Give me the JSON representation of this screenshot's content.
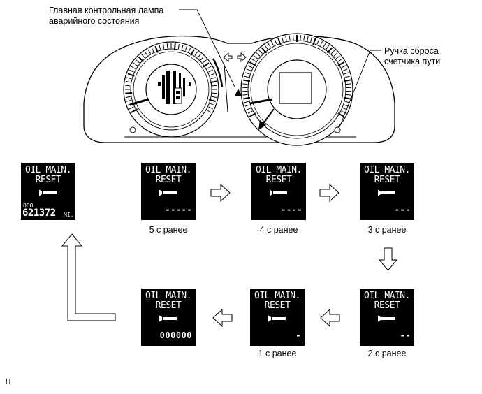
{
  "callouts": {
    "warning_lamp": "Главная контрольная лампа\nаварийного состояния",
    "reset_knob": "Ручка сброса\nсчетчика пути"
  },
  "display": {
    "line1": "OIL MAIN.",
    "line2": "RESET",
    "odo_label": "ODO",
    "odo_value": "621372",
    "odo_unit": "MI."
  },
  "screens": [
    {
      "id": "odo",
      "counter": ""
    },
    {
      "id": "5s",
      "counter": "-----",
      "caption": "5 с ранее"
    },
    {
      "id": "4s",
      "counter": "----",
      "caption": "4 с ранее"
    },
    {
      "id": "3s",
      "counter": "---",
      "caption": "3 с ранее"
    },
    {
      "id": "2s",
      "counter": "--",
      "caption": "2 с ранее"
    },
    {
      "id": "1s",
      "counter": "-",
      "caption": "1 с ранее"
    },
    {
      "id": "reset",
      "counter": "000000"
    }
  ],
  "corner_mark": "H",
  "icons": [
    "wrench-icon",
    "warning-triangle-icon",
    "turn-signal-icon",
    "arrow-right-icon",
    "arrow-left-icon",
    "arrow-down-icon",
    "arrow-up-icon"
  ]
}
